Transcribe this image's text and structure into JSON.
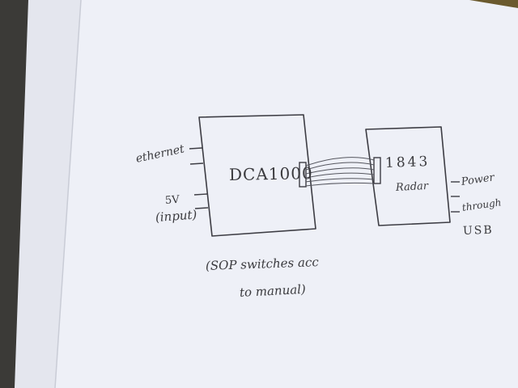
{
  "diagram": {
    "device_box": {
      "label": "DCA1000"
    },
    "radar_box": {
      "label_line1": "1843",
      "label_line2": "Radar"
    },
    "left_labels": {
      "ethernet": "ethernet",
      "five_volt": "5V",
      "input": "(input)"
    },
    "right_labels": {
      "line1": "Power",
      "line2": "through",
      "line3": "USB"
    },
    "note": {
      "line1": "(SOP switches acc",
      "line2": "to manual)"
    }
  }
}
